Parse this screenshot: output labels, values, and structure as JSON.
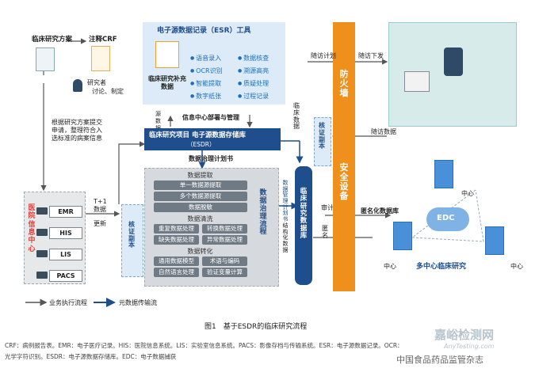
{
  "left": {
    "protocol": "临床研究方案",
    "crf": "注释CRF",
    "researcher": "研究者",
    "discuss": "讨论、制定",
    "submit": [
      "根据研究方案提交",
      "申请，整理符合入",
      "选标准的病案信息"
    ]
  },
  "hospital": {
    "title": "医院信息中心",
    "systems": [
      "EMR",
      "HIS",
      "LIS",
      "PACS"
    ],
    "transfer": [
      "T+1",
      "数据",
      "更新"
    ],
    "verify": "核证副本"
  },
  "esr_tool": {
    "title": "电子源数据记录（ESR）工具",
    "module": "临床研究补充数据",
    "features_left": [
      "语音录入",
      "OCR识别",
      "智能提取",
      "数字纸张"
    ],
    "features_right": [
      "数据核查",
      "溯源高亮",
      "质疑处理",
      "过程记录"
    ]
  },
  "deploy": "信息中心部署与管理",
  "source_data": "源数据",
  "storage": {
    "title": "临床研究项目 电子源数据存储库",
    "subtitle": "（ESDR）",
    "plan": "数据治理计划书"
  },
  "governance": {
    "title": "数据治理流程",
    "extract": "数据提取",
    "extract_items": [
      "单一数据源提取",
      "多个数据源提取",
      "数据脱敏"
    ],
    "clean": "数据清洗",
    "clean_items": [
      "重复数据处理",
      "转换数据处理",
      "缺失数据处理",
      "异常数据处理"
    ],
    "convert": "数据转化",
    "convert_items": [
      "通用数据模型",
      "术语与编码",
      "自然语言处理",
      "验证变量计算"
    ]
  },
  "middle": {
    "clinical_data": "临床数据",
    "verify_copy": "核证副本",
    "plan_note": "数据管理计划书",
    "structured": "结构化数据",
    "research_db": "临床研究数据库",
    "audit": "审计",
    "anonymize": "匿名"
  },
  "firewall": {
    "title": "防火墙",
    "device": "安全设备"
  },
  "right": {
    "followup_plan": "随访计划",
    "followup_send": "随访下发",
    "followup_data": "随访数据",
    "anon_db": "匿名化数据库",
    "center": "中心",
    "edc": "EDC",
    "multi": "多中心临床研究"
  },
  "legend": {
    "business": "业务执行流程",
    "metadata": "元数据传输流"
  },
  "caption": "图1　基于ESDR的临床研究流程",
  "notes": [
    "CRF：病例报告表。EMR：电子医疗记录。HIS：医院信息系统。LIS：实验室信息系统。PACS：影像存档与传输系统。ESR：电子源数据记录。OCR：",
    "光学字符识别。ESDR：电子源数据存储库。EDC：电子数据捕获"
  ],
  "watermark": [
    "嘉峪检测网",
    "AnyTesting.com",
    "中国食品药品监管杂志"
  ],
  "colors": {
    "dark_blue": "#1f4e8c",
    "light_blue": "#dcebf7",
    "orange": "#f0901c",
    "gray_panel": "#d6d9dd",
    "chip": "#6f7a85",
    "red": "#e0413a"
  }
}
